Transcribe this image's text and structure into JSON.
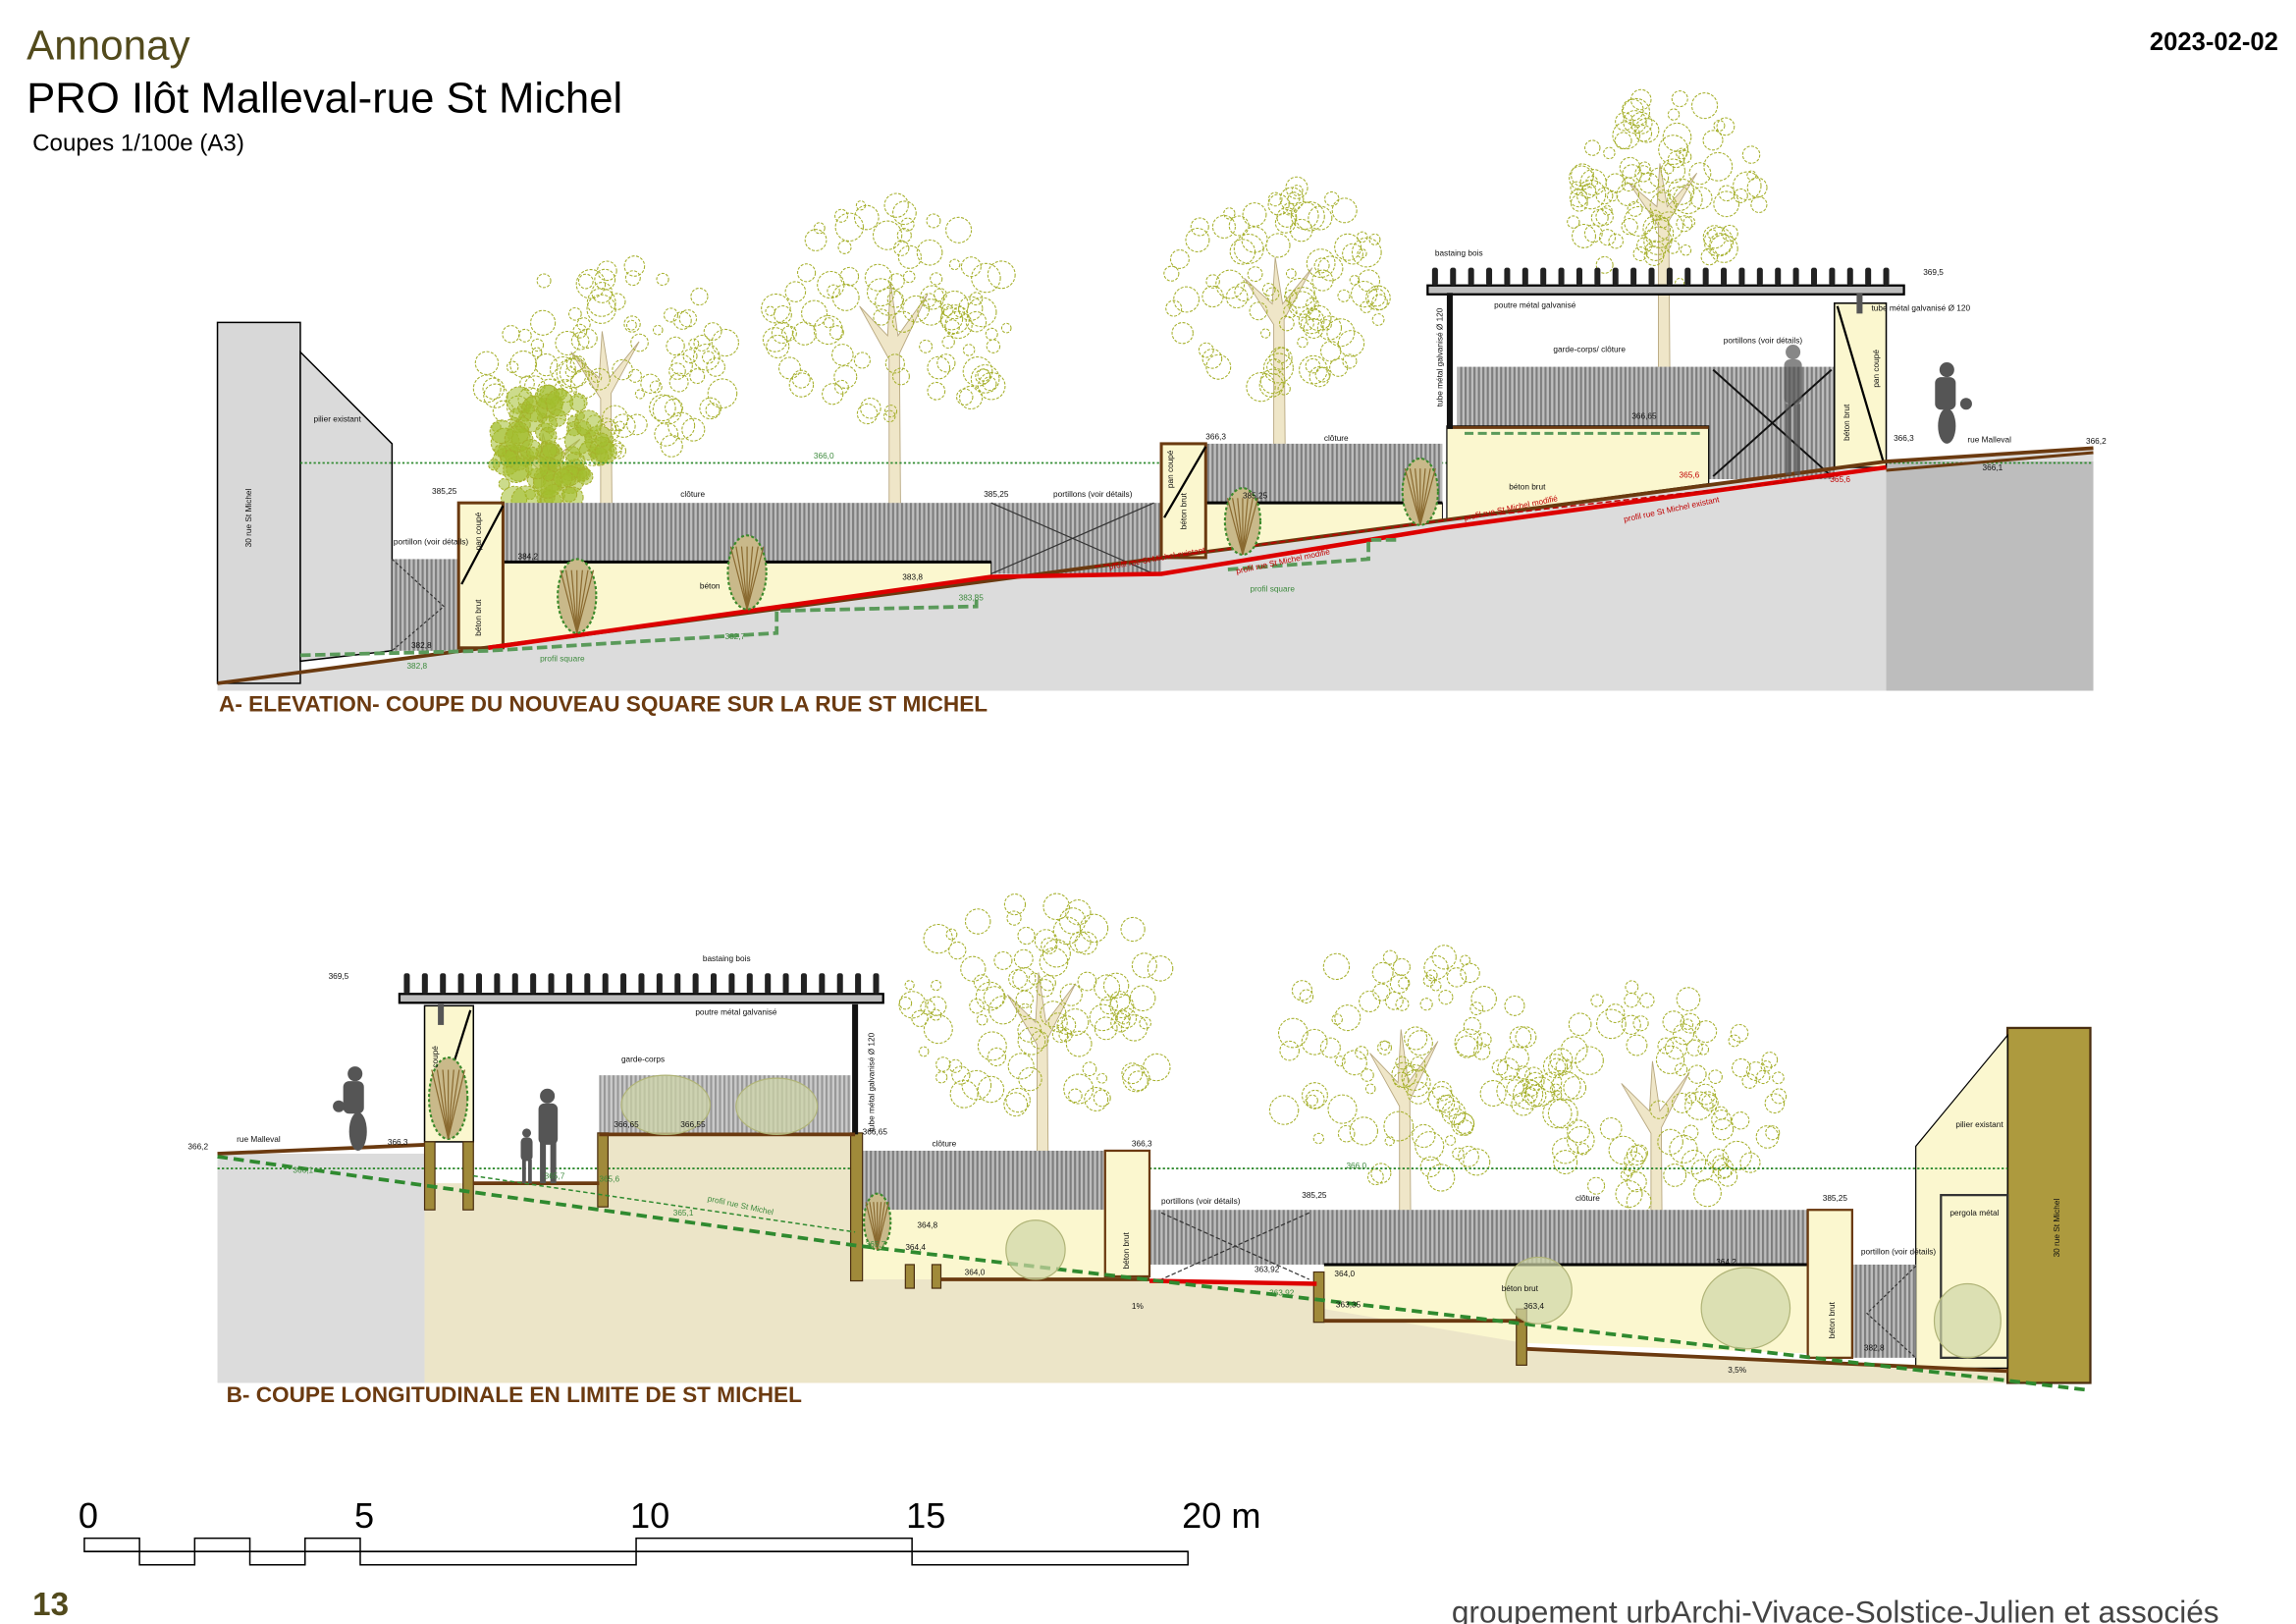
{
  "header": {
    "city": "Annonay",
    "title": "PRO Ilôt Malleval-rue St Michel",
    "subtitle": "Coupes 1/100e (A3)",
    "date": "2023-02-02"
  },
  "colors": {
    "city": "#524a1c",
    "caption": "#6b3a10",
    "ground_line": "#6b3a10",
    "profile_red": "#dd0000",
    "profile_green": "#2f8a2f",
    "foliage": "#a6b02c",
    "wall_cream": "#fbf7cf",
    "fence_gray": "#8a8a8a",
    "building_ochre": "#ad9a3e",
    "soil_beige": "#ece5c8"
  },
  "section_a": {
    "caption": "A- ELEVATION- COUPE DU NOUVEAU SQUARE SUR LA RUE ST MICHEL",
    "labels": [
      "30 rue St Michel",
      "pilier existant",
      "portillon (voir détails)",
      "385,25",
      "pan coupé",
      "béton brut",
      "384,2",
      "clôture",
      "béton",
      "383,8",
      "383,85",
      "382,7",
      "profil square",
      "382,8",
      "382,8",
      "366,0",
      "385,25",
      "portillons (voir détails)",
      "366,3",
      "pan coupé",
      "béton brut",
      "clôture",
      "385,25",
      "profil rue St Michel existant",
      "profil rue St Michel modifié",
      "profil square",
      "béton brut",
      "profil rue St Michel modifié",
      "profil rue St Michel existant",
      "365,6",
      "365,6",
      "366,65",
      "garde-corps/ clôture",
      "portillons (voir détails)",
      "tube métal galvanisé Ø 120",
      "poutre métal galvanisé",
      "bastaing bois",
      "369,5",
      "tube métal galvanisé Ø 120",
      "pan coupé",
      "béton brut",
      "366,3",
      "rue Malleval",
      "366,2",
      "366,1"
    ]
  },
  "section_b": {
    "caption": "B- COUPE LONGITUDINALE EN LIMITE DE ST MICHEL",
    "labels": [
      "bastaing bois",
      "369,5",
      "poutre métal galvanisé",
      "coupé",
      "garde-corps",
      "tube métal galvanisé Ø 120",
      "366,2",
      "rue Malleval",
      "366,3",
      "366,1",
      "365,7",
      "365,6",
      "366,65",
      "366,55",
      "366,65",
      "profil rue St Michel",
      "365,1",
      "clôture",
      "366,3",
      "364,8",
      "364,4",
      "365,7",
      "364,0",
      "béton brut",
      "portillons (voir détails)",
      "385,25",
      "363,92",
      "363,92",
      "1%",
      "364,0",
      "363,35",
      "363,4",
      "béton brut",
      "clôture",
      "364,2",
      "385,25",
      "béton brut",
      "portillon (voir détails)",
      "382,8",
      "3,5%",
      "pilier existant",
      "pergola métal",
      "30 rue St Michel",
      "366,0"
    ]
  },
  "scale_bar": {
    "labels": [
      "0",
      "5",
      "10",
      "15",
      "20 m"
    ],
    "max_m": 20
  },
  "footer": {
    "page_number": "13",
    "credit": "groupement urbArchi-Vivace-Solstice-Julien et associés"
  }
}
